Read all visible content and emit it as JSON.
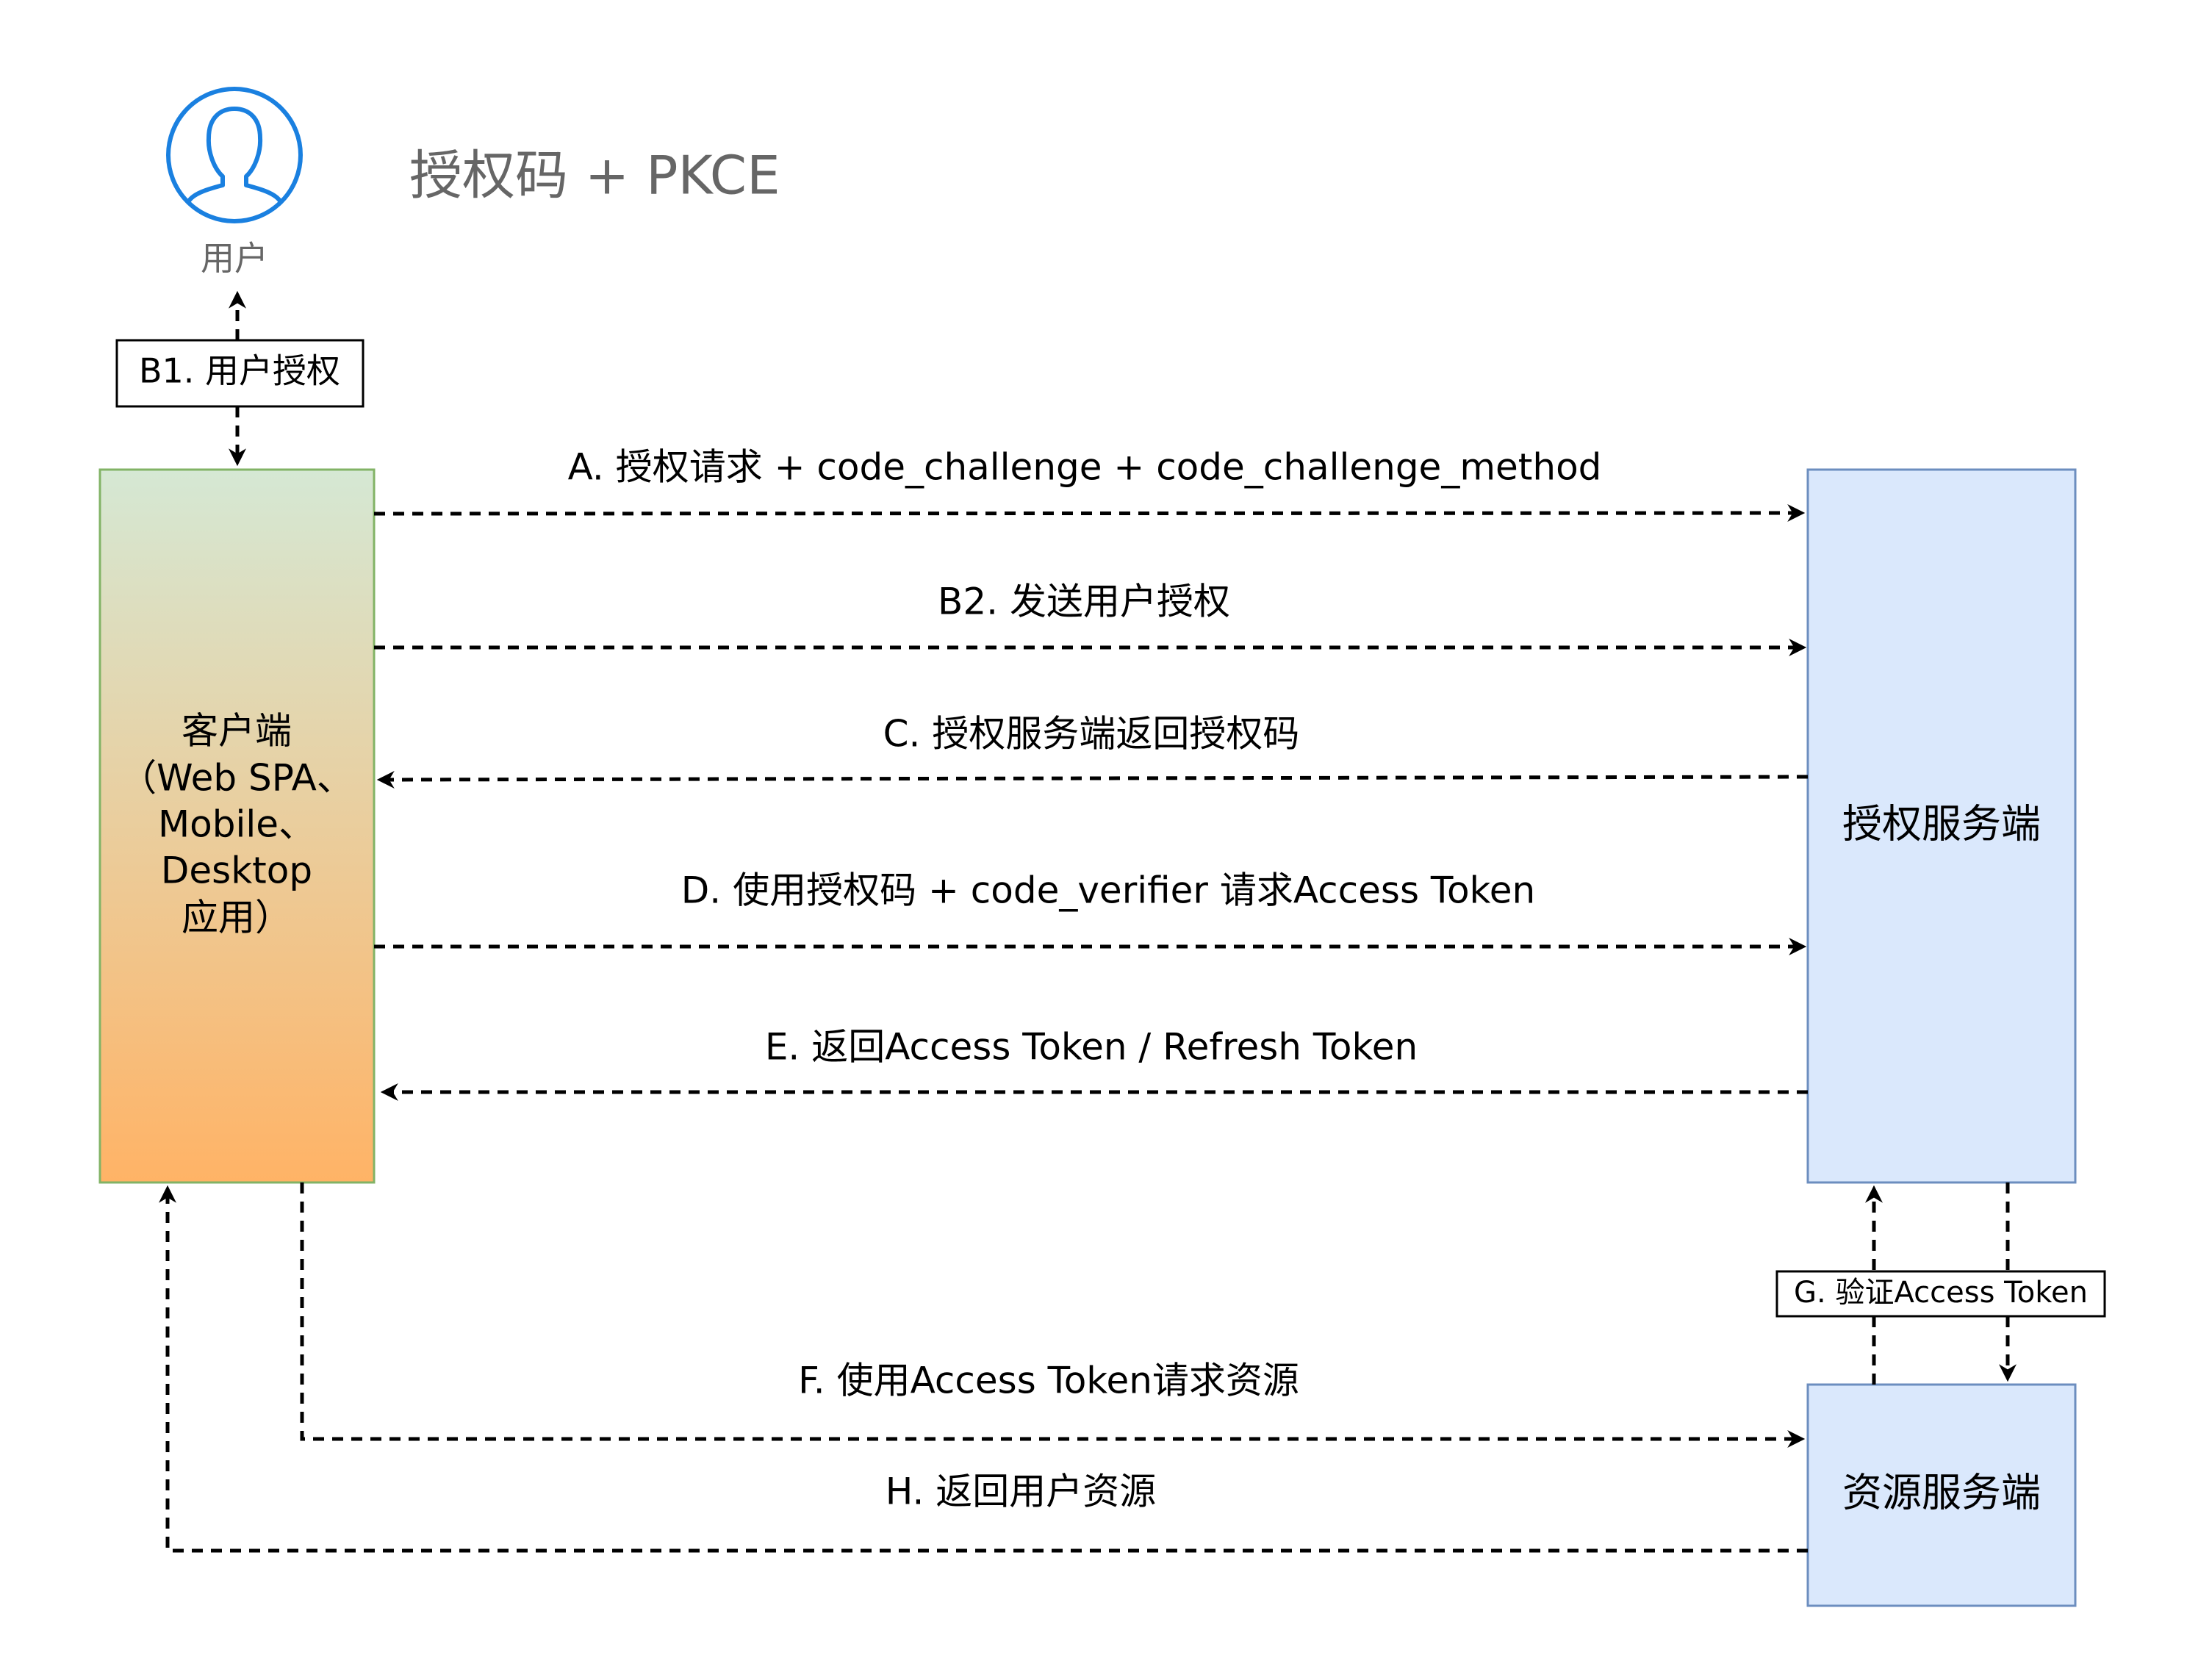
{
  "title": "授权码 + PKCE",
  "user": {
    "label": "用户",
    "icon": "user-circle-icon"
  },
  "b1": {
    "label": "B1. 用户授权"
  },
  "client": {
    "label_lines": [
      "客户端",
      "（Web SPA、",
      "Mobile、",
      "Desktop",
      "应用）"
    ]
  },
  "auth_server": {
    "label": "授权服务端"
  },
  "resource_server": {
    "label": "资源服务端"
  },
  "flows": {
    "a": "A. 授权请求 + code_challenge + code_challenge_method",
    "b2": "B2. 发送用户授权",
    "c": "C. 授权服务端返回授权码",
    "d": "D. 使用授权码 + code_verifier 请求Access Token",
    "e": "E. 返回Access Token / Refresh Token",
    "f": "F. 使用Access Token请求资源",
    "g": "G. 验证Access Token",
    "h": "H. 返回用户资源"
  },
  "colors": {
    "user_icon": "#1a80e0",
    "title_text": "#666666",
    "user_label_text": "#666666",
    "client_fill_top": "#d5e8d4",
    "client_fill_bottom": "#ffb366",
    "client_border": "#82b366",
    "server_fill": "#dae8fc",
    "server_border": "#6c8ebf"
  }
}
